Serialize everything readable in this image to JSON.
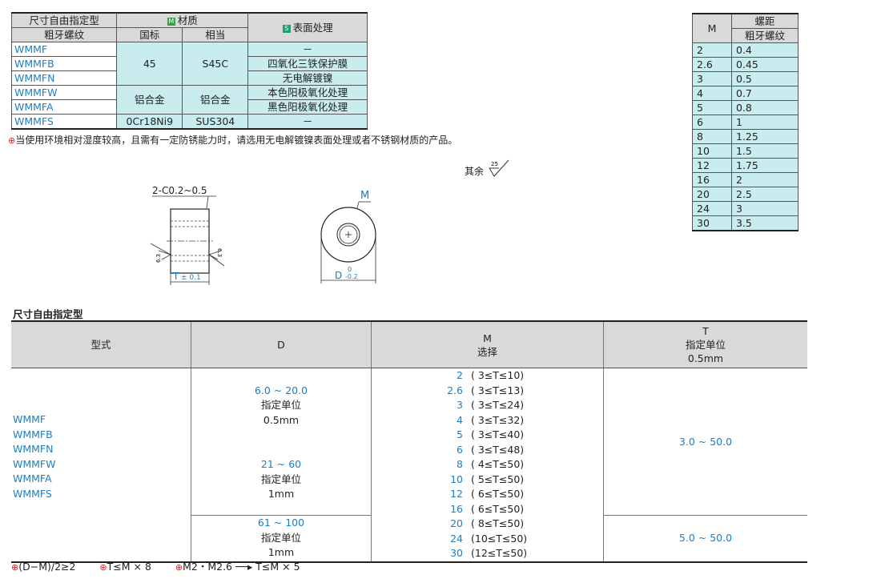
{
  "spec_table": {
    "col_type_top": "尺寸自由指定型",
    "col_type_bottom": "粗牙螺纹",
    "material_badge": "M",
    "material_label": "材质",
    "mat_gb": "国标",
    "mat_eq": "相当",
    "surface_badge": "S",
    "surface_label": "表面处理",
    "types": [
      "WMMF",
      "WMMFB",
      "WMMFN",
      "WMMFW",
      "WMMFA",
      "WMMFS"
    ],
    "gb_1": "45",
    "eq_1": "S45C",
    "gb_2": "铝合金",
    "eq_2": "铝合金",
    "gb_3": "0Cr18Ni9",
    "eq_3": "SUS304",
    "surface": [
      "－",
      "四氧化三铁保护膜",
      "无电解镀镍",
      "本色阳极氧化处理",
      "黑色阳极氧化处理",
      "－"
    ]
  },
  "note_top": "当使用环境相对湿度较高，且需有一定防锈能力时，请选用无电解镀镍表面处理或者不锈钢材质的产品。",
  "roughness": {
    "label": "其余",
    "value": "25"
  },
  "drawing": {
    "chamfer": "2-C0.2~0.5",
    "rough_left": "6.3",
    "rough_right": "6.3",
    "t_label": "T",
    "t_tol": "± 0.1",
    "m_label": "M",
    "d_label": "D",
    "d_tol_top": "0",
    "d_tol_bottom": "-0.2"
  },
  "pitch_table": {
    "col_m": "M",
    "col_pitch_top": "螺距",
    "col_pitch_bottom": "粗牙螺纹",
    "rows": [
      [
        "2",
        "0.4"
      ],
      [
        "2.6",
        "0.45"
      ],
      [
        "3",
        "0.5"
      ],
      [
        "4",
        "0.7"
      ],
      [
        "5",
        "0.8"
      ],
      [
        "6",
        "1"
      ],
      [
        "8",
        "1.25"
      ],
      [
        "10",
        "1.5"
      ],
      [
        "12",
        "1.75"
      ],
      [
        "16",
        "2"
      ],
      [
        "20",
        "2.5"
      ],
      [
        "24",
        "3"
      ],
      [
        "30",
        "3.5"
      ]
    ]
  },
  "section_title": "尺寸自由指定型",
  "main_table": {
    "h_type": "型式",
    "h_d": "D",
    "h_m1": "M",
    "h_m2": "选择",
    "h_t1": "T",
    "h_t2": "指定单位",
    "h_t3": "0.5mm",
    "types": [
      "WMMF",
      "WMMFB",
      "WMMFN",
      "WMMFW",
      "WMMFA",
      "WMMFS"
    ],
    "d1_range": "6.0 ~ 20.0",
    "d1_unit": "指定单位",
    "d1_step": "0.5mm",
    "d2_range": "21 ~ 60",
    "d2_unit": "指定单位",
    "d2_step": "1mm",
    "d3_range": "61 ~ 100",
    "d3_unit": "指定单位",
    "d3_step": "1mm",
    "m_rows": [
      {
        "m": "2",
        "c": "( 3≤T≤10)"
      },
      {
        "m": "2.6",
        "c": "( 3≤T≤13)"
      },
      {
        "m": "3",
        "c": "( 3≤T≤24)"
      },
      {
        "m": "4",
        "c": "( 3≤T≤32)"
      },
      {
        "m": "5",
        "c": "( 3≤T≤40)"
      },
      {
        "m": "6",
        "c": "( 3≤T≤48)"
      },
      {
        "m": "8",
        "c": "( 4≤T≤50)"
      },
      {
        "m": "10",
        "c": "( 5≤T≤50)"
      },
      {
        "m": "12",
        "c": "( 6≤T≤50)"
      },
      {
        "m": "16",
        "c": "( 6≤T≤50)"
      },
      {
        "m": "20",
        "c": "( 8≤T≤50)"
      },
      {
        "m": "24",
        "c": "(10≤T≤50)"
      },
      {
        "m": "30",
        "c": "(12≤T≤50)"
      }
    ],
    "t1": "3.0 ~ 50.0",
    "t2": "5.0 ~ 50.0"
  },
  "footer": {
    "n1": "(D−M)/2≥2",
    "n2": "T≤M × 8",
    "n3": "M2・M2.6 ──▸ T≤M × 5"
  },
  "colors": {
    "blue_text": "#1a7fc4",
    "cyan_fill": "#c9ecef",
    "header_fill": "#d9d9d9",
    "warn_red": "#d9231c"
  }
}
